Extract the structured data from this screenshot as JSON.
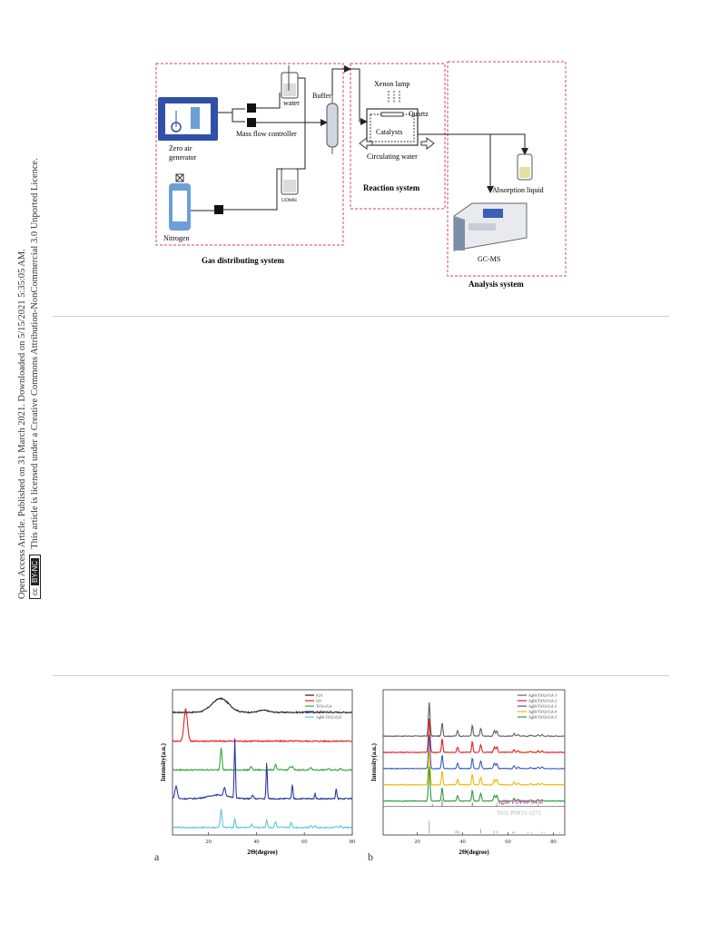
{
  "sidebar": {
    "line1": "Open Access Article. Published on 31 March 2021. Downloaded on 5/15/2021 5:35:05 AM.",
    "line2": "This article is licensed under a Creative Commons Attribution-NonCommercial 3.0 Unported Licence.",
    "badge_left": "cc",
    "badge_right": "BY-NC"
  },
  "diagram": {
    "labels": {
      "water": "water",
      "buffer": "Buffer",
      "xenon_lamp": "Xenon lamp",
      "quartz": "Quartz",
      "zero_air": "Zero air",
      "generator": "generator",
      "mass_flow": "Mass flow controller",
      "catalysts": "Catalysts",
      "circulating_water": "Circulating water",
      "udmh": "UDMH",
      "nitrogen": "Nitrogen",
      "absorption_liquid": "Absorption liquid",
      "gcms": "GC-MS"
    },
    "systems": {
      "gas": "Gas distributing system",
      "reaction": "Reaction system",
      "analysis": "Analysis system"
    },
    "colors": {
      "dash": "#e0667a",
      "device_blue": "#2f4fa8",
      "screen": "#6a9fd8"
    }
  },
  "chart_data": [
    {
      "type": "line",
      "panel": "a",
      "xlabel": "2Θ(degree)",
      "ylabel": "Intensity(a.u.)",
      "xlim": [
        5,
        80
      ],
      "xticks": [
        20,
        40,
        60,
        80
      ],
      "legend_position": "top-right",
      "series": [
        {
          "name": "rGA",
          "color": "#222222",
          "offset": 4.6,
          "peaks": [
            [
              25,
              0.55,
              3.5
            ],
            [
              43,
              0.08,
              2
            ]
          ]
        },
        {
          "name": "GO",
          "color": "#e02020",
          "offset": 3.45,
          "peaks": [
            [
              10.5,
              1.3,
              0.7
            ]
          ]
        },
        {
          "name": "TiO2-rGA",
          "color": "#3aa63a",
          "offset": 2.3,
          "peaks": [
            [
              25.3,
              0.9,
              0.35
            ],
            [
              37.8,
              0.15,
              0.35
            ],
            [
              48,
              0.22,
              0.35
            ],
            [
              54,
              0.14,
              0.35
            ],
            [
              55.1,
              0.13,
              0.35
            ],
            [
              62.7,
              0.09,
              0.35
            ],
            [
              70,
              0.05,
              0.35
            ],
            [
              75,
              0.06,
              0.35
            ]
          ]
        },
        {
          "name": "AgBr-rGA",
          "color": "#2b3a9e",
          "offset": 1.15,
          "peaks": [
            [
              6.5,
              0.5,
              0.5
            ],
            [
              26.7,
              0.35,
              0.4
            ],
            [
              31,
              2.4,
              0.25
            ],
            [
              38.5,
              0.15,
              0.3
            ],
            [
              44.3,
              1.45,
              0.25
            ],
            [
              55,
              0.55,
              0.25
            ],
            [
              64.5,
              0.2,
              0.25
            ],
            [
              73.3,
              0.4,
              0.25
            ],
            [
              24,
              0.15,
              4
            ]
          ]
        },
        {
          "name": "AgBr-TiO2-rGA",
          "color": "#5fc6e0",
          "offset": 0.0,
          "peaks": [
            [
              25.3,
              0.75,
              0.35
            ],
            [
              31,
              0.35,
              0.3
            ],
            [
              38,
              0.12,
              0.35
            ],
            [
              44.3,
              0.3,
              0.3
            ],
            [
              48,
              0.22,
              0.35
            ],
            [
              54.5,
              0.18,
              0.35
            ],
            [
              62.7,
              0.08,
              0.35
            ],
            [
              64.5,
              0.07,
              0.3
            ],
            [
              73.3,
              0.06,
              0.3
            ],
            [
              75,
              0.05,
              0.35
            ]
          ]
        }
      ]
    },
    {
      "type": "line",
      "panel": "b",
      "xlabel": "2Θ(degree)",
      "ylabel": "Intensity(a.u.)",
      "xlim": [
        5,
        85
      ],
      "xticks": [
        20,
        40,
        60,
        80
      ],
      "legend_position": "top-right",
      "series": [
        {
          "name": "AgBr/TiO2/rGA-1",
          "color": "#606060",
          "offset": 4.2
        },
        {
          "name": "AgBr/TiO2/rGA-2",
          "color": "#e02020",
          "offset": 3.15
        },
        {
          "name": "AgBr/TiO2/rGA-3",
          "color": "#3b5bbf",
          "offset": 2.1
        },
        {
          "name": "AgBr/TiO2/rGA-4",
          "color": "#f2b800",
          "offset": 1.05
        },
        {
          "name": "AgBr/TiO2/rGA-5",
          "color": "#2e9a3e",
          "offset": 0.0
        }
      ],
      "common_peaks": [
        [
          25.3,
          2.2,
          0.35
        ],
        [
          31,
          0.9,
          0.3
        ],
        [
          37.8,
          0.35,
          0.35
        ],
        [
          44.3,
          0.7,
          0.3
        ],
        [
          48,
          0.5,
          0.35
        ],
        [
          54,
          0.35,
          0.35
        ],
        [
          55.1,
          0.35,
          0.35
        ],
        [
          62.7,
          0.18,
          0.35
        ],
        [
          64.5,
          0.12,
          0.3
        ],
        [
          70,
          0.08,
          0.35
        ],
        [
          73.3,
          0.1,
          0.3
        ],
        [
          75,
          0.1,
          0.35
        ]
      ],
      "reference_labels": {
        "agbr": "AgBr PDF06-0438",
        "tio2": "TiO2 PDF21-1272"
      },
      "reference_colors": {
        "agbr": "#c04aa0",
        "tio2": "#aaaaaa"
      },
      "agbr_sticks": [
        [
          26.7,
          0.3
        ],
        [
          31,
          1.0
        ],
        [
          44.3,
          0.55
        ],
        [
          55,
          0.25
        ],
        [
          64.5,
          0.12
        ],
        [
          73.3,
          0.2
        ]
      ],
      "tio2_sticks": [
        [
          25.3,
          1.0
        ],
        [
          37.0,
          0.2
        ],
        [
          37.8,
          0.25
        ],
        [
          38.6,
          0.15
        ],
        [
          48,
          0.35
        ],
        [
          53.9,
          0.2
        ],
        [
          55.1,
          0.2
        ],
        [
          62.1,
          0.12
        ],
        [
          62.7,
          0.15
        ],
        [
          68.8,
          0.1
        ],
        [
          70.3,
          0.1
        ],
        [
          75,
          0.12
        ],
        [
          76,
          0.06
        ],
        [
          82.7,
          0.08
        ]
      ]
    }
  ],
  "panel_letters": {
    "a": "a",
    "b": "b"
  }
}
